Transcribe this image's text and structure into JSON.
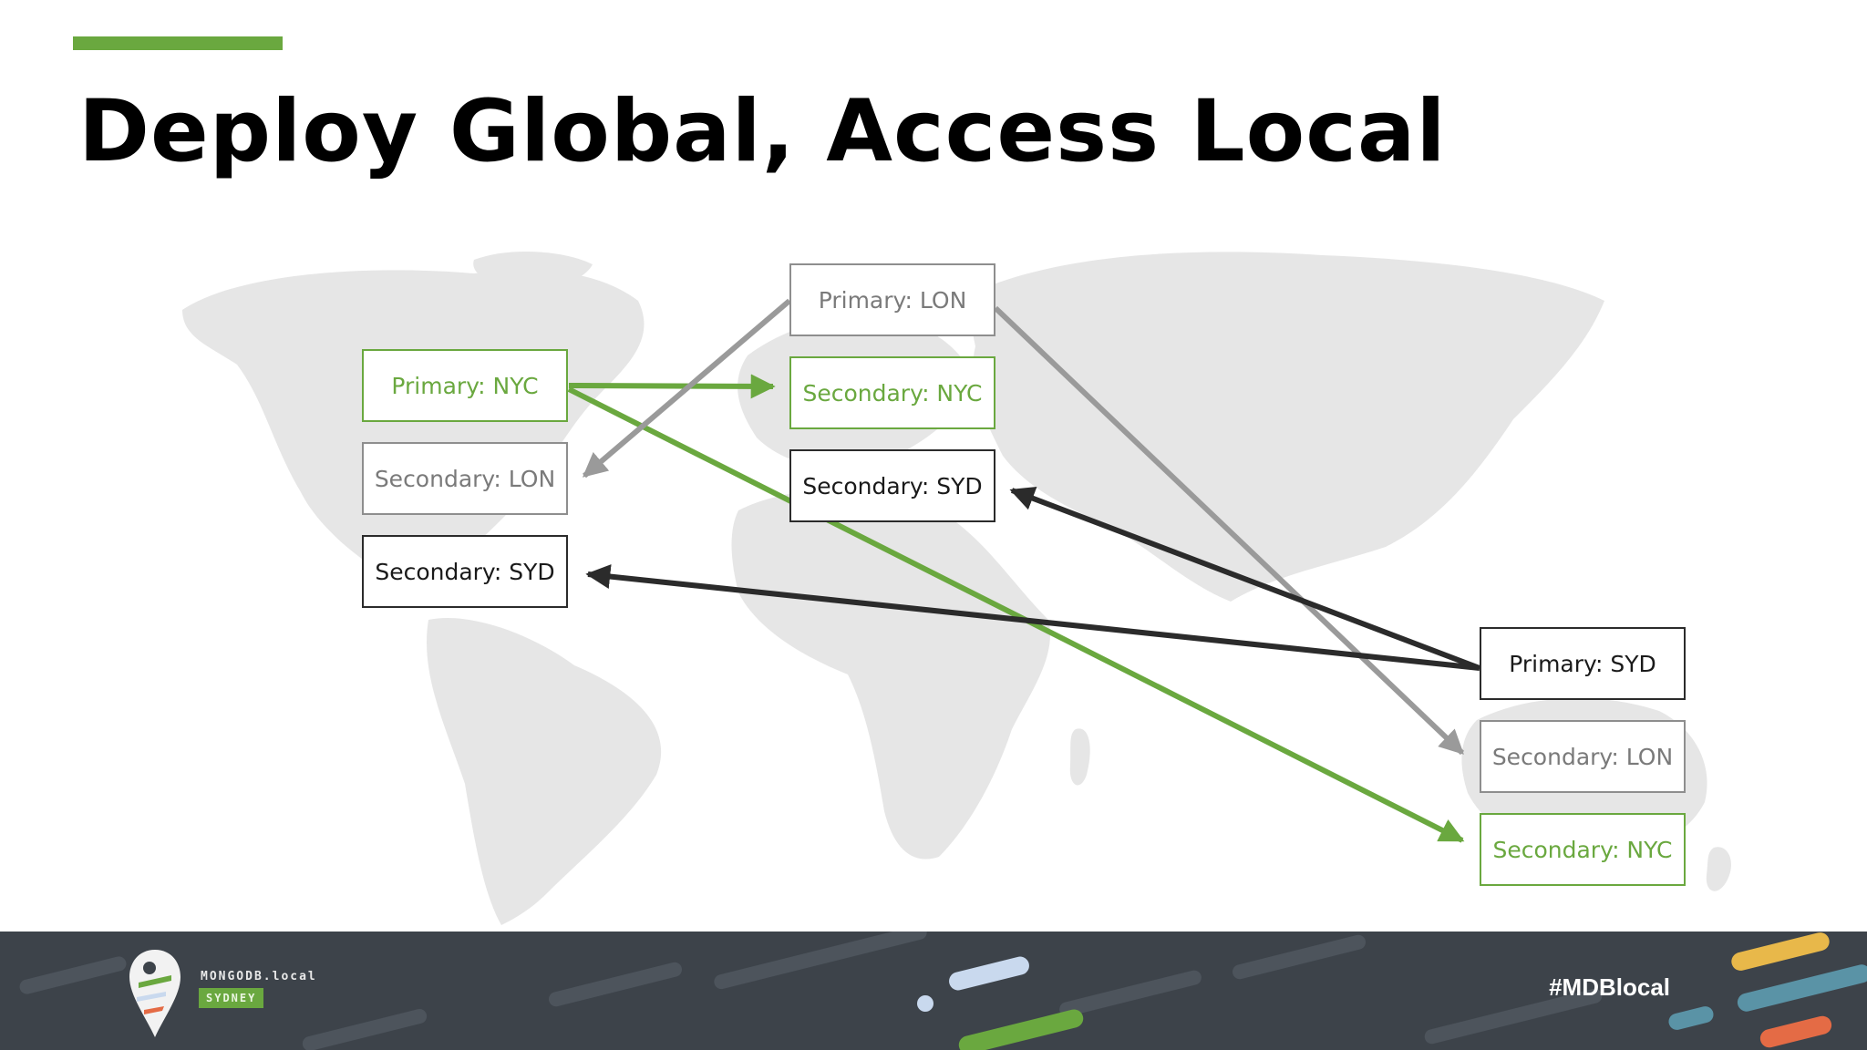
{
  "slide": {
    "title": "Deploy Global, Access Local",
    "accent_color": "#6aa83f"
  },
  "diagram": {
    "colors": {
      "nyc": "#6aa83f",
      "lon": "#9a9a9a",
      "syd": "#2b2b2b"
    },
    "nodes": [
      {
        "id": "nyc-primary",
        "label": "Primary: NYC",
        "region": "nyc"
      },
      {
        "id": "nyc-sec-lon",
        "label": "Secondary: LON",
        "region": "lon"
      },
      {
        "id": "nyc-sec-syd",
        "label": "Secondary: SYD",
        "region": "syd"
      },
      {
        "id": "lon-primary",
        "label": "Primary: LON",
        "region": "lon"
      },
      {
        "id": "lon-sec-nyc",
        "label": "Secondary: NYC",
        "region": "nyc"
      },
      {
        "id": "lon-sec-syd",
        "label": "Secondary: SYD",
        "region": "syd"
      },
      {
        "id": "syd-primary",
        "label": "Primary: SYD",
        "region": "syd"
      },
      {
        "id": "syd-sec-lon",
        "label": "Secondary: LON",
        "region": "lon"
      },
      {
        "id": "syd-sec-nyc",
        "label": "Secondary: NYC",
        "region": "nyc"
      }
    ],
    "edges": [
      {
        "from": "nyc-primary",
        "to": "lon-sec-nyc",
        "region": "nyc"
      },
      {
        "from": "nyc-primary",
        "to": "syd-sec-nyc",
        "region": "nyc"
      },
      {
        "from": "lon-primary",
        "to": "nyc-sec-lon",
        "region": "lon"
      },
      {
        "from": "lon-primary",
        "to": "syd-sec-lon",
        "region": "lon"
      },
      {
        "from": "syd-primary",
        "to": "lon-sec-syd",
        "region": "syd"
      },
      {
        "from": "syd-primary",
        "to": "nyc-sec-syd",
        "region": "syd"
      }
    ]
  },
  "footer": {
    "logo_text": "MONGODB.local",
    "logo_badge": "SYDNEY",
    "hashtag": "#MDBlocal"
  }
}
